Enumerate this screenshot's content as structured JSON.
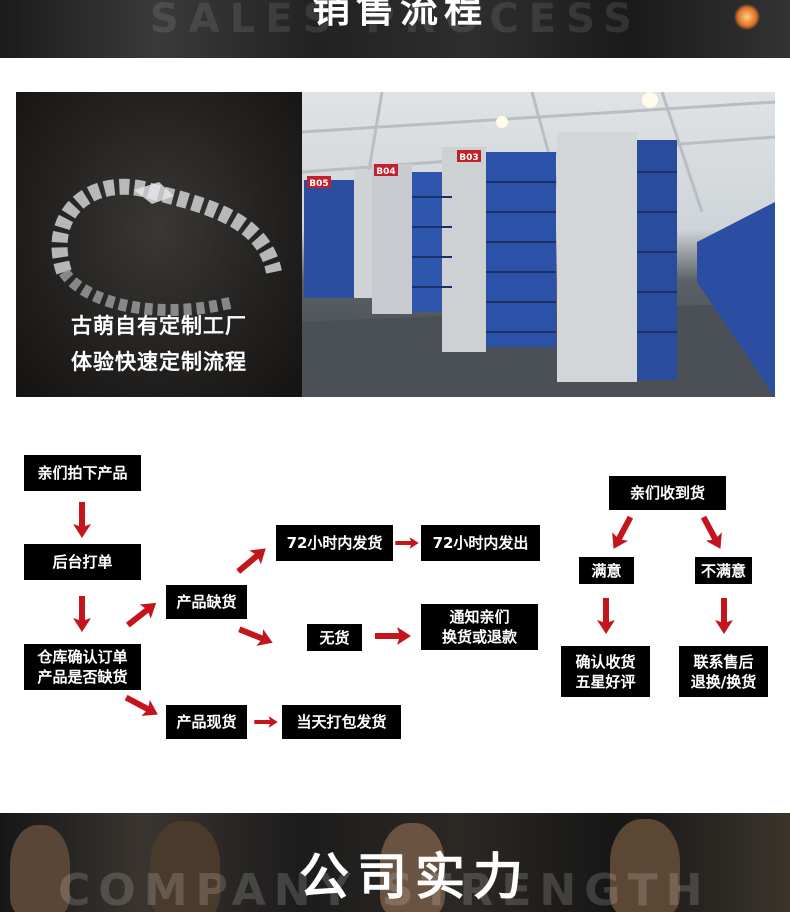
{
  "top_banner": {
    "title": "销售流程",
    "ghost_text": "SALES PROCESS"
  },
  "photos": {
    "left_caption_line1": "古萌自有定制工厂",
    "left_caption_line2": "体验快速定制流程",
    "shelf_labels": [
      "B05",
      "B04",
      "B03"
    ]
  },
  "flow": {
    "customer_order": "亲们拍下产品",
    "backend_order": "后台打单",
    "warehouse_line1": "仓库确认订单",
    "warehouse_line2": "产品是否缺货",
    "out_of_stock": "产品缺货",
    "ship_72_a": "72小时内发货",
    "ship_72_b": "72小时内发出",
    "no_stock": "无货",
    "notify_line1": "通知亲们",
    "notify_line2": "换货或退款",
    "in_stock": "产品现货",
    "same_day": "当天打包发货",
    "received": "亲们收到货",
    "satisfied": "满意",
    "unsatisfied": "不满意",
    "confirm_line1": "确认收货",
    "confirm_line2": "五星好评",
    "contact_line1": "联系售后",
    "contact_line2": "退换/换货"
  },
  "bottom_banner": {
    "title": "公司实力",
    "ghost_text": "COMPANY STRENGTH"
  },
  "colors": {
    "arrow": "#c4141c",
    "node_bg": "#000000"
  }
}
